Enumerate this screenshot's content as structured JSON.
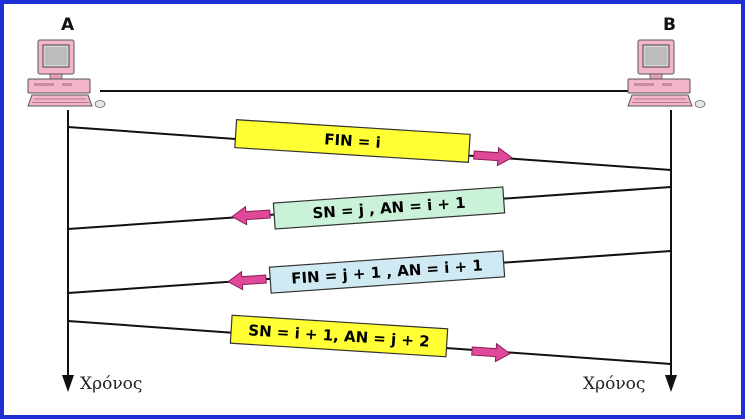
{
  "nodes": {
    "a": {
      "label": "A",
      "time_label": "Χρόνος"
    },
    "b": {
      "label": "B",
      "time_label": "Χρόνος"
    }
  },
  "messages": [
    {
      "text": "FIN = i",
      "direction": "A-to-B",
      "box_color": "#ffff33"
    },
    {
      "text": "SN = j , AN = i + 1",
      "direction": "B-to-A",
      "box_color": "#c9f2d8"
    },
    {
      "text": "FIN = j + 1 , AN = i + 1",
      "direction": "B-to-A",
      "box_color": "#cfeaf2"
    },
    {
      "text": "SN = i + 1, AN = j + 2",
      "direction": "A-to-B",
      "box_color": "#ffff33"
    }
  ],
  "colors": {
    "frame": "#1e2fd6",
    "arrow": "#e0489a",
    "computer_case": "#f3b6c8",
    "computer_screen": "#bdbdbd"
  }
}
